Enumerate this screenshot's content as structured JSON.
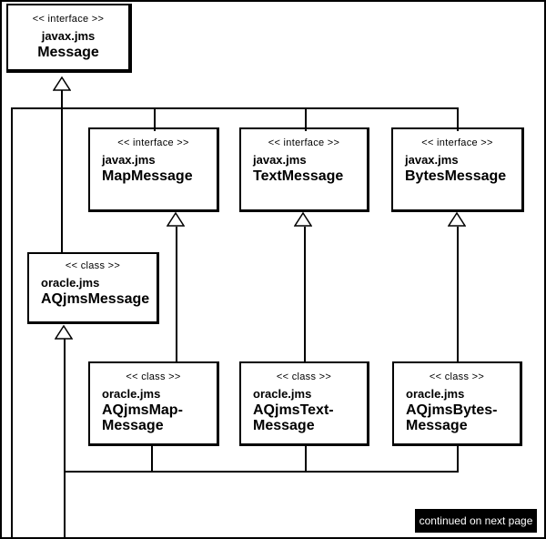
{
  "boxes": {
    "message": {
      "stereotype": "<< interface >>",
      "package": "javax.jms",
      "name": "Message"
    },
    "map_message": {
      "stereotype": "<< interface >>",
      "package": "javax.jms",
      "name": "MapMessage"
    },
    "text_message": {
      "stereotype": "<< interface >>",
      "package": "javax.jms",
      "name": "TextMessage"
    },
    "bytes_message": {
      "stereotype": "<< interface >>",
      "package": "javax.jms",
      "name": "BytesMessage"
    },
    "aqjms_message": {
      "stereotype": "<< class >>",
      "package": "oracle.jms",
      "name": "AQjmsMessage"
    },
    "aqjms_map_message": {
      "stereotype": "<< class >>",
      "package": "oracle.jms",
      "name_line1": "AQjmsMap-",
      "name_line2": "Message"
    },
    "aqjms_text_message": {
      "stereotype": "<< class >>",
      "package": "oracle.jms",
      "name_line1": "AQjmsText-",
      "name_line2": "Message"
    },
    "aqjms_bytes_message": {
      "stereotype": "<< class >>",
      "package": "oracle.jms",
      "name_line1": "AQjmsBytes-",
      "name_line2": "Message"
    }
  },
  "footer": {
    "continued_label": "continued on next page"
  },
  "icons": {
    "generalization_arrow": "hollow-triangle-up"
  },
  "colors": {
    "background": "#ffffff",
    "line": "#000000",
    "footer_bg": "#000000",
    "footer_text": "#ffffff"
  }
}
